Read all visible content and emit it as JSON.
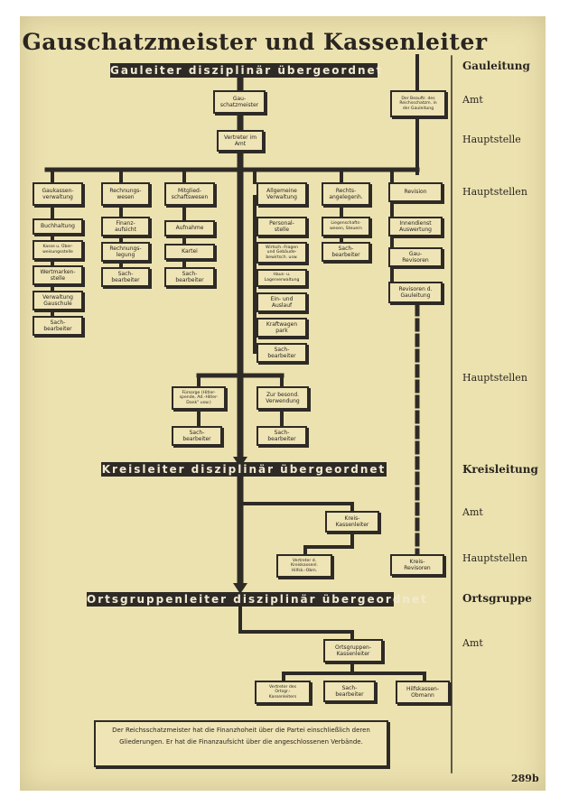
{
  "title": "Gauschatzmeister und Kassenleiter",
  "banners": {
    "gau": "Gauleiter disziplinär übergeordnet",
    "kreis": "Kreisleiter disziplinär übergeordnet",
    "orts": "Ortsgruppenleiter disziplinär übergeordnet"
  },
  "right_labels": [
    "Gauleitung",
    "Amt",
    "Hauptstelle",
    "Hauptstellen",
    "Hauptstellen",
    "Kreisleitung",
    "Amt",
    "Hauptstellen",
    "Ortsgruppe",
    "Amt"
  ],
  "boxes": {
    "gauschatzmeister": "Gau-\nschatzmeister",
    "vertreter_amt": "Vertreter im\nAmt",
    "beauftragte": "Der Beauftr. des\nReichsschatzm. in\nder Gauleitung",
    "gaukassenverwaltung": "Gaukassen-\nverwaltung",
    "buchhaltung": "Buchhaltung",
    "kasse": "Kasse u. Über-\nweisungsstelle",
    "wertmarken": "Wertmarken-\nstelle",
    "verwaltung_gauschule": "Verwaltung\nGauschule",
    "sachbearbeiter_1": "Sach-\nbearbeiter",
    "rechnungswesen": "Rechnungs-\nwesen",
    "finanzaufsicht": "Finanz-\naufsicht",
    "rechnungslegung": "Rechnungs-\nlegung",
    "sachbearbeiter_2": "Sach-\nbearbeiter",
    "mitgliedschaftswesen": "Mitglied-\nschaftswesen",
    "aufnahme": "Aufnahme",
    "kartei": "Kartei",
    "sachbearbeiter_3": "Sach-\nbearbeiter",
    "allgemeine_verwaltung": "Allgemeine\nVerwaltung",
    "personalstelle": "Personal-\nstelle",
    "wirtschaftsfragen": "Wirtsch.-Fragen\nund Gebäude-\nbewirtsch. usw.",
    "haus_lagerverwaltung": "Haus- u.\nLagerverwaltung",
    "ein_auslauf": "Ein- und\nAuslauf",
    "kraftwagenpark": "Kraftwagen\npark",
    "sachbearbeiter_4": "Sach-\nbearbeiter",
    "rechtsangelegenheiten": "Rechts-\nangelegenh.",
    "liegenschaftswesen": "Liegenschafts-\nwesen, Steuern",
    "sachbearbeiter_5": "Sach-\nbearbeiter",
    "revision": "Revision",
    "innendienst": "Innendienst\nAuswertung",
    "gaurevisoren": "Gau-\nRevisoren",
    "revisoren_gauleitung": "Revisoren d.\nGauleitung",
    "fuersorge": "Fürsorge (Hitler-\nspende, Ad.-Hitler-\nDank\" usw.)",
    "sachbearbeiter_6": "Sach-\nbearbeiter",
    "zur_besonderen": "Zur besond.\nVerwendung",
    "sachbearbeiter_7": "Sach-\nbearbeiter",
    "kreiskassenleiter": "Kreis-\nKassenleiter",
    "vertreter_kreis": "Vertreter d.\nKreiskassenl.\nHilfsk.-Obm.",
    "kreisrevisoren": "Kreis-\nRevisoren",
    "ortsgruppenkassenleiter": "Ortsgruppen-\nKassenleiter",
    "vertreter_orts": "Vertreter des\nOrtsgr.-\nKassenleiters",
    "sachbearbeiter_8": "Sach-\nbearbeiter",
    "hilfskassenobmann": "Hilfskassen-\nObmann"
  },
  "note": "Der Reichsschatzmeister hat die Finanzhoheit über die Partei einschließlich deren Gliederungen. Er hat die Finanzaufsicht über die angeschlossenen Verbände.",
  "page_number": "289b",
  "colors": {
    "paper": "#ece2b0",
    "ink": "#2e2a26"
  }
}
